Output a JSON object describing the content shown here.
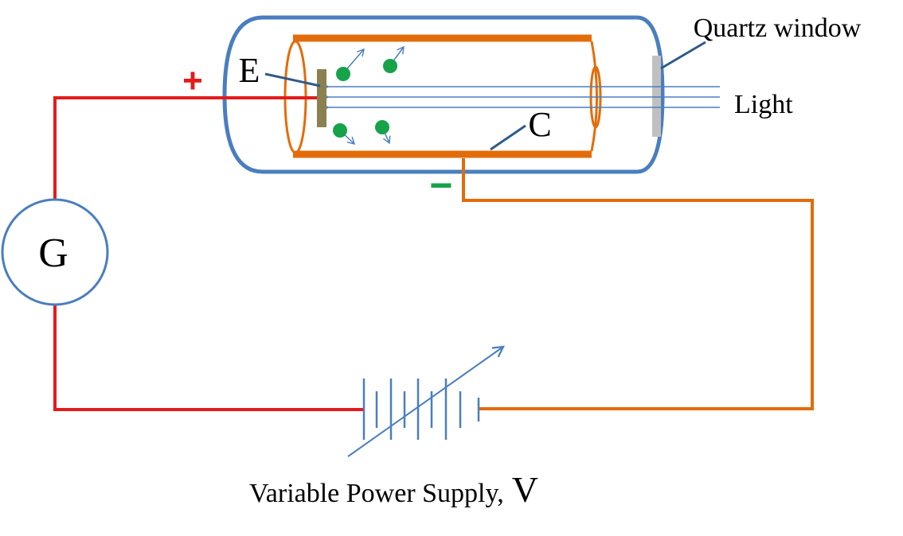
{
  "labels": {
    "emitter": "E",
    "collector": "C",
    "galvanometer": "G",
    "quartz_window": "Quartz window",
    "light": "Light",
    "power_supply_text": "Variable Power Supply,",
    "power_supply_symbol": "V",
    "plus_sign": "+",
    "minus_sign": "−"
  },
  "colors": {
    "tube": "#4a7ebf",
    "collector": "#e36c0a",
    "positive_wire": "#e31c1c",
    "negative_wire": "#e36c0a",
    "emitter_plate": "#8b8050",
    "electrons": "#16a34a",
    "light_rays": "#4a7ebf",
    "quartz_window": "#c0c0c0",
    "battery": "#4a7ebf",
    "leader_lines": "#2f5a8a",
    "minus_sign": "#16a34a"
  }
}
